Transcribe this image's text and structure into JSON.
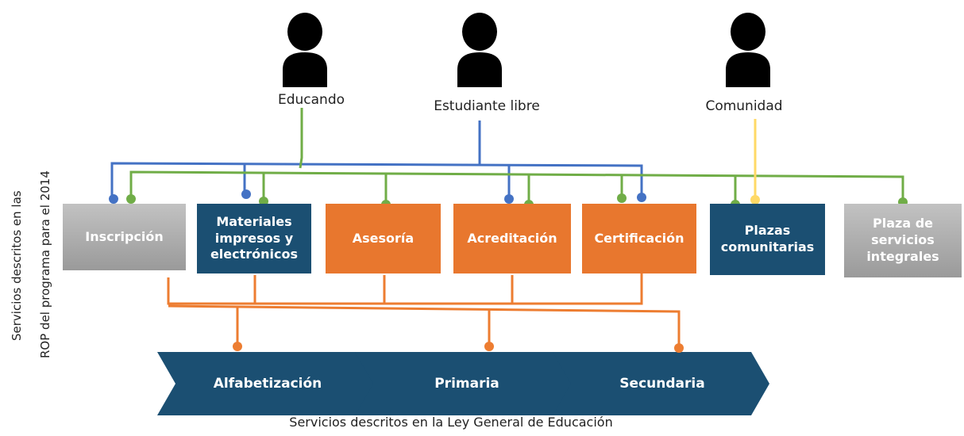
{
  "actors": [
    {
      "label": "Educando",
      "icon": "person-icon"
    },
    {
      "label": "Estudiante libre",
      "icon": "person-icon"
    },
    {
      "label": "Comunidad",
      "icon": "person-icon"
    }
  ],
  "side_label": {
    "line1": "Servicios descritos en las",
    "line2": "ROP del programa para el 2014"
  },
  "services": [
    {
      "label": "Inscripción",
      "style": "grey"
    },
    {
      "label": "Materiales impresos y electrónicos",
      "style": "navy"
    },
    {
      "label": "Asesoría",
      "style": "orange"
    },
    {
      "label": "Acreditación",
      "style": "orange"
    },
    {
      "label": "Certificación",
      "style": "orange"
    },
    {
      "label": "Plazas comunitarias",
      "style": "navy"
    },
    {
      "label": "Plaza de servicios integrales",
      "style": "grey"
    }
  ],
  "levels": [
    "Alfabetización",
    "Primaria",
    "Secundaria"
  ],
  "footer": "Servicios descritos en la Ley General de Educación",
  "colors": {
    "blue_line": "#4472c4",
    "green_line": "#70ad47",
    "yellow_line": "#ffd966",
    "orange_line": "#ed7d31",
    "navy": "#1b4f72",
    "orange": "#e8772e",
    "grey": "#a6a6a6"
  }
}
